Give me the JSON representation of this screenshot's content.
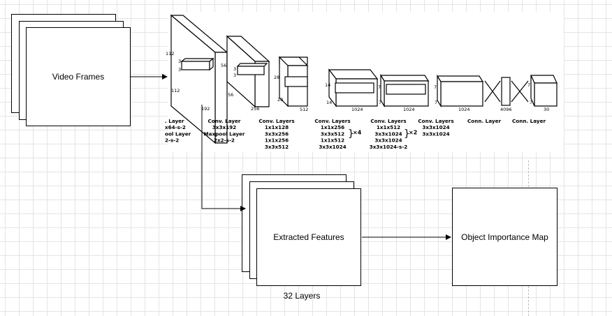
{
  "nodes": {
    "video_frames": "Video Frames",
    "extracted_features": "Extracted Features",
    "object_importance_map": "Object Importance Map",
    "features_caption": "32 Layers"
  },
  "network": {
    "dims": {
      "in_h": "112",
      "in_w": "112",
      "in_kernel_a": "3",
      "in_kernel_b": "3",
      "b2_h": "56",
      "b2_w": "56",
      "b2_kernel_a": "3",
      "b2_kernel_b": "3",
      "b1_depth": "192",
      "b2_depth": "256",
      "b3_h": "28",
      "b3_w": "28",
      "b3_depth": "512",
      "b4_h": "14",
      "b4_w": "14",
      "b4_depth": "1024",
      "b5_h": "7",
      "b5_w": "7",
      "b5_depth": "1024",
      "b6_h": "7",
      "b6_w": "7",
      "b6_depth": "1024",
      "fc_depth": "4096",
      "out_h": "7",
      "out_w": "7",
      "out_depth": "30"
    },
    "columns": [
      {
        "title": ". Layer",
        "lines": [
          "x64-s-2",
          "ool Layer",
          "2-s-2"
        ]
      },
      {
        "title": "Conv. Layer",
        "lines": [
          "3x3x192",
          "Maxpool Layer",
          "2x2-s-2"
        ]
      },
      {
        "title": "Conv. Layers",
        "lines": [
          "1x1x128",
          "3x3x256",
          "1x1x256",
          "3x3x512"
        ]
      },
      {
        "title": "Conv. Layers",
        "lines": [
          "1x1x256",
          "3x3x512",
          "1x1x512",
          "3x3x1024"
        ],
        "repeat": "×4"
      },
      {
        "title": "Conv. Layers",
        "lines": [
          "1x1x512",
          "3x3x1024",
          "3x3x1024",
          "3x3x1024-s-2"
        ],
        "repeat": "×2"
      },
      {
        "title": "Conv. Layers",
        "lines": [
          "3x3x1024",
          "3x3x1024"
        ]
      },
      {
        "title": "Conn. Layer",
        "lines": []
      },
      {
        "title": "Conn. Layer",
        "lines": []
      }
    ]
  }
}
